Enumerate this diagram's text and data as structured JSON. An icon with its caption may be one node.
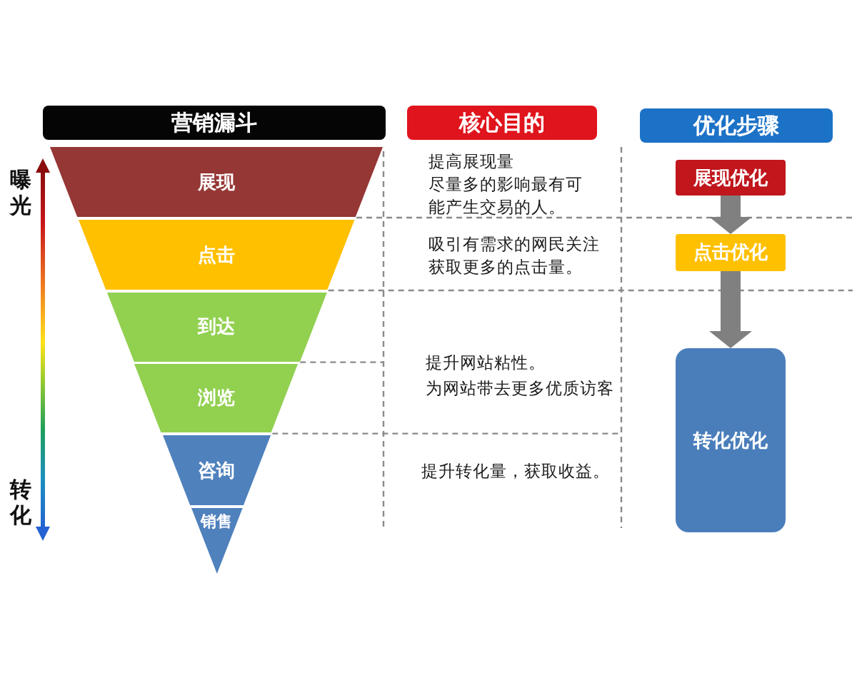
{
  "diagram": {
    "nodes": [
      {
        "text": [
          "营销漏斗"
        ]
      },
      {
        "text": [
          "核心目的"
        ]
      },
      {
        "text": [
          "优化步骤"
        ]
      },
      {
        "text": [
          "展现"
        ]
      },
      {
        "text": [
          "点击"
        ]
      },
      {
        "text": [
          "到达"
        ]
      },
      {
        "text": [
          "浏览"
        ]
      },
      {
        "text": [
          "咨询"
        ]
      },
      {
        "text": [
          "销售"
        ]
      },
      {
        "text": [
          "展现优化"
        ]
      },
      {
        "text": [
          "点击优化"
        ]
      },
      {
        "text": [
          "转化优化"
        ]
      }
    ],
    "edges": [
      {
        "from": 9,
        "to": 10,
        "arrow": "to"
      },
      {
        "from": 10,
        "to": 11,
        "arrow": "to"
      }
    ],
    "labels": [
      "曝光",
      "提高展现量",
      "尽量多的影响最有可能产生交易的人。",
      "吸引有需求的网民关注",
      "获取更多的点击量。",
      "提升网站粘性。",
      "为网站带去更多优质访客",
      "提升转化量，获取收益。",
      "转化"
    ]
  }
}
